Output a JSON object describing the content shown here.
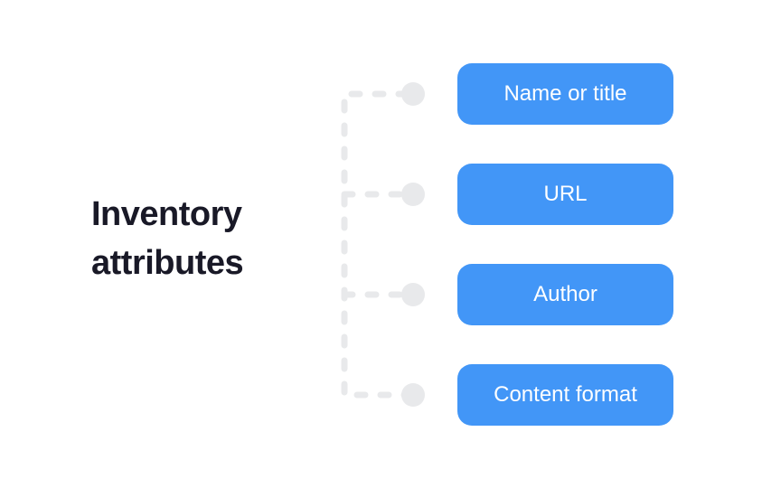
{
  "title": {
    "line1": "Inventory",
    "line2": "attributes"
  },
  "nodes": [
    {
      "label": "Name or title"
    },
    {
      "label": "URL"
    },
    {
      "label": "Author"
    },
    {
      "label": "Content format"
    }
  ],
  "colors": {
    "background": "#FFFFFF",
    "node_fill": "#4296F7",
    "node_text": "#FFFFFF",
    "connector": "#E8E9EB",
    "title_text": "#191927"
  }
}
